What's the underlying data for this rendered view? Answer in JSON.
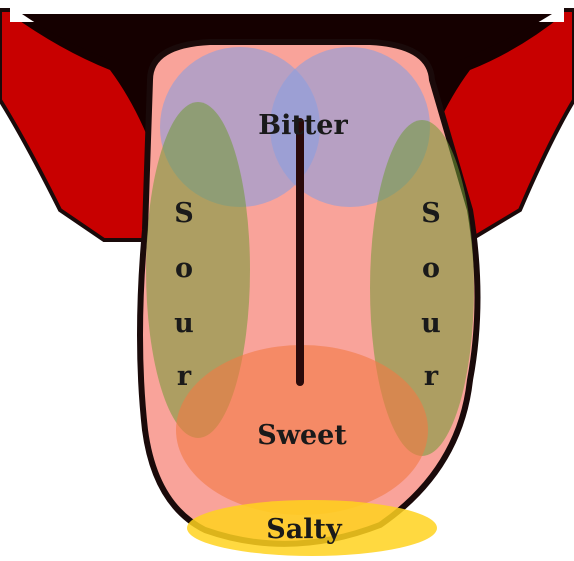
{
  "zones": {
    "bitter": "Bitter",
    "sweet": "Sweet",
    "salty": "Salty",
    "sour_left": [
      "S",
      "o",
      "u",
      "r"
    ],
    "sour_right": [
      "S",
      "o",
      "u",
      "r"
    ]
  },
  "colors": {
    "lips": "#c80000",
    "mouth": "#150000",
    "tongue": "#f9a39a",
    "outline": "#1a0a0a",
    "bitter": "#8a9fe0",
    "sour": "#6f9a35",
    "sweet": "#f27a45",
    "salty": "#ffd21f"
  }
}
